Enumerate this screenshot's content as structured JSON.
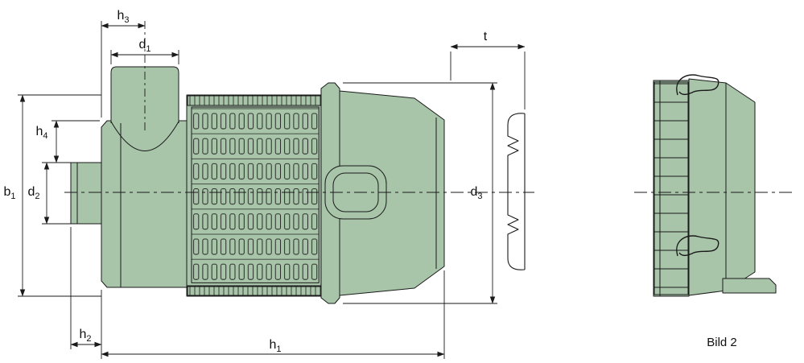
{
  "figure_label": "Bild 2",
  "colors": {
    "body_fill": "#a8c5a9",
    "line": "#1a1a1a",
    "background": "#ffffff"
  },
  "dims": {
    "h3": {
      "base": "h",
      "sub": "3"
    },
    "d1": {
      "base": "d",
      "sub": "1"
    },
    "h4": {
      "base": "h",
      "sub": "4"
    },
    "b1": {
      "base": "b",
      "sub": "1"
    },
    "d2": {
      "base": "d",
      "sub": "2"
    },
    "h2": {
      "base": "h",
      "sub": "2"
    },
    "h1": {
      "base": "h",
      "sub": "1"
    },
    "d3": {
      "base": "d",
      "sub": "3"
    },
    "t": {
      "base": "t",
      "sub": ""
    }
  }
}
